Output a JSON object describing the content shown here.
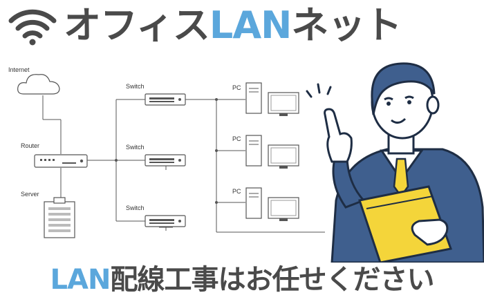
{
  "header": {
    "title_part1": "オフィス",
    "title_part2": "LAN",
    "title_part3": "ネット",
    "icon": "wifi-icon"
  },
  "diagram": {
    "internet_label": "Internet",
    "router_label": "Router",
    "server_label": "Server",
    "switch_labels": [
      "Switch",
      "Switch",
      "Switch"
    ],
    "pc_labels": [
      "PC",
      "PC",
      "PC"
    ]
  },
  "footer": {
    "part1": "LAN",
    "part2": "配線工事はお任せください"
  },
  "colors": {
    "accent_blue": "#5ba7dc",
    "dark_gray": "#4a4a4a",
    "suit_blue": "#3f5f8e",
    "folder_yellow": "#f4d53a",
    "tie_yellow": "#f4d53a"
  }
}
